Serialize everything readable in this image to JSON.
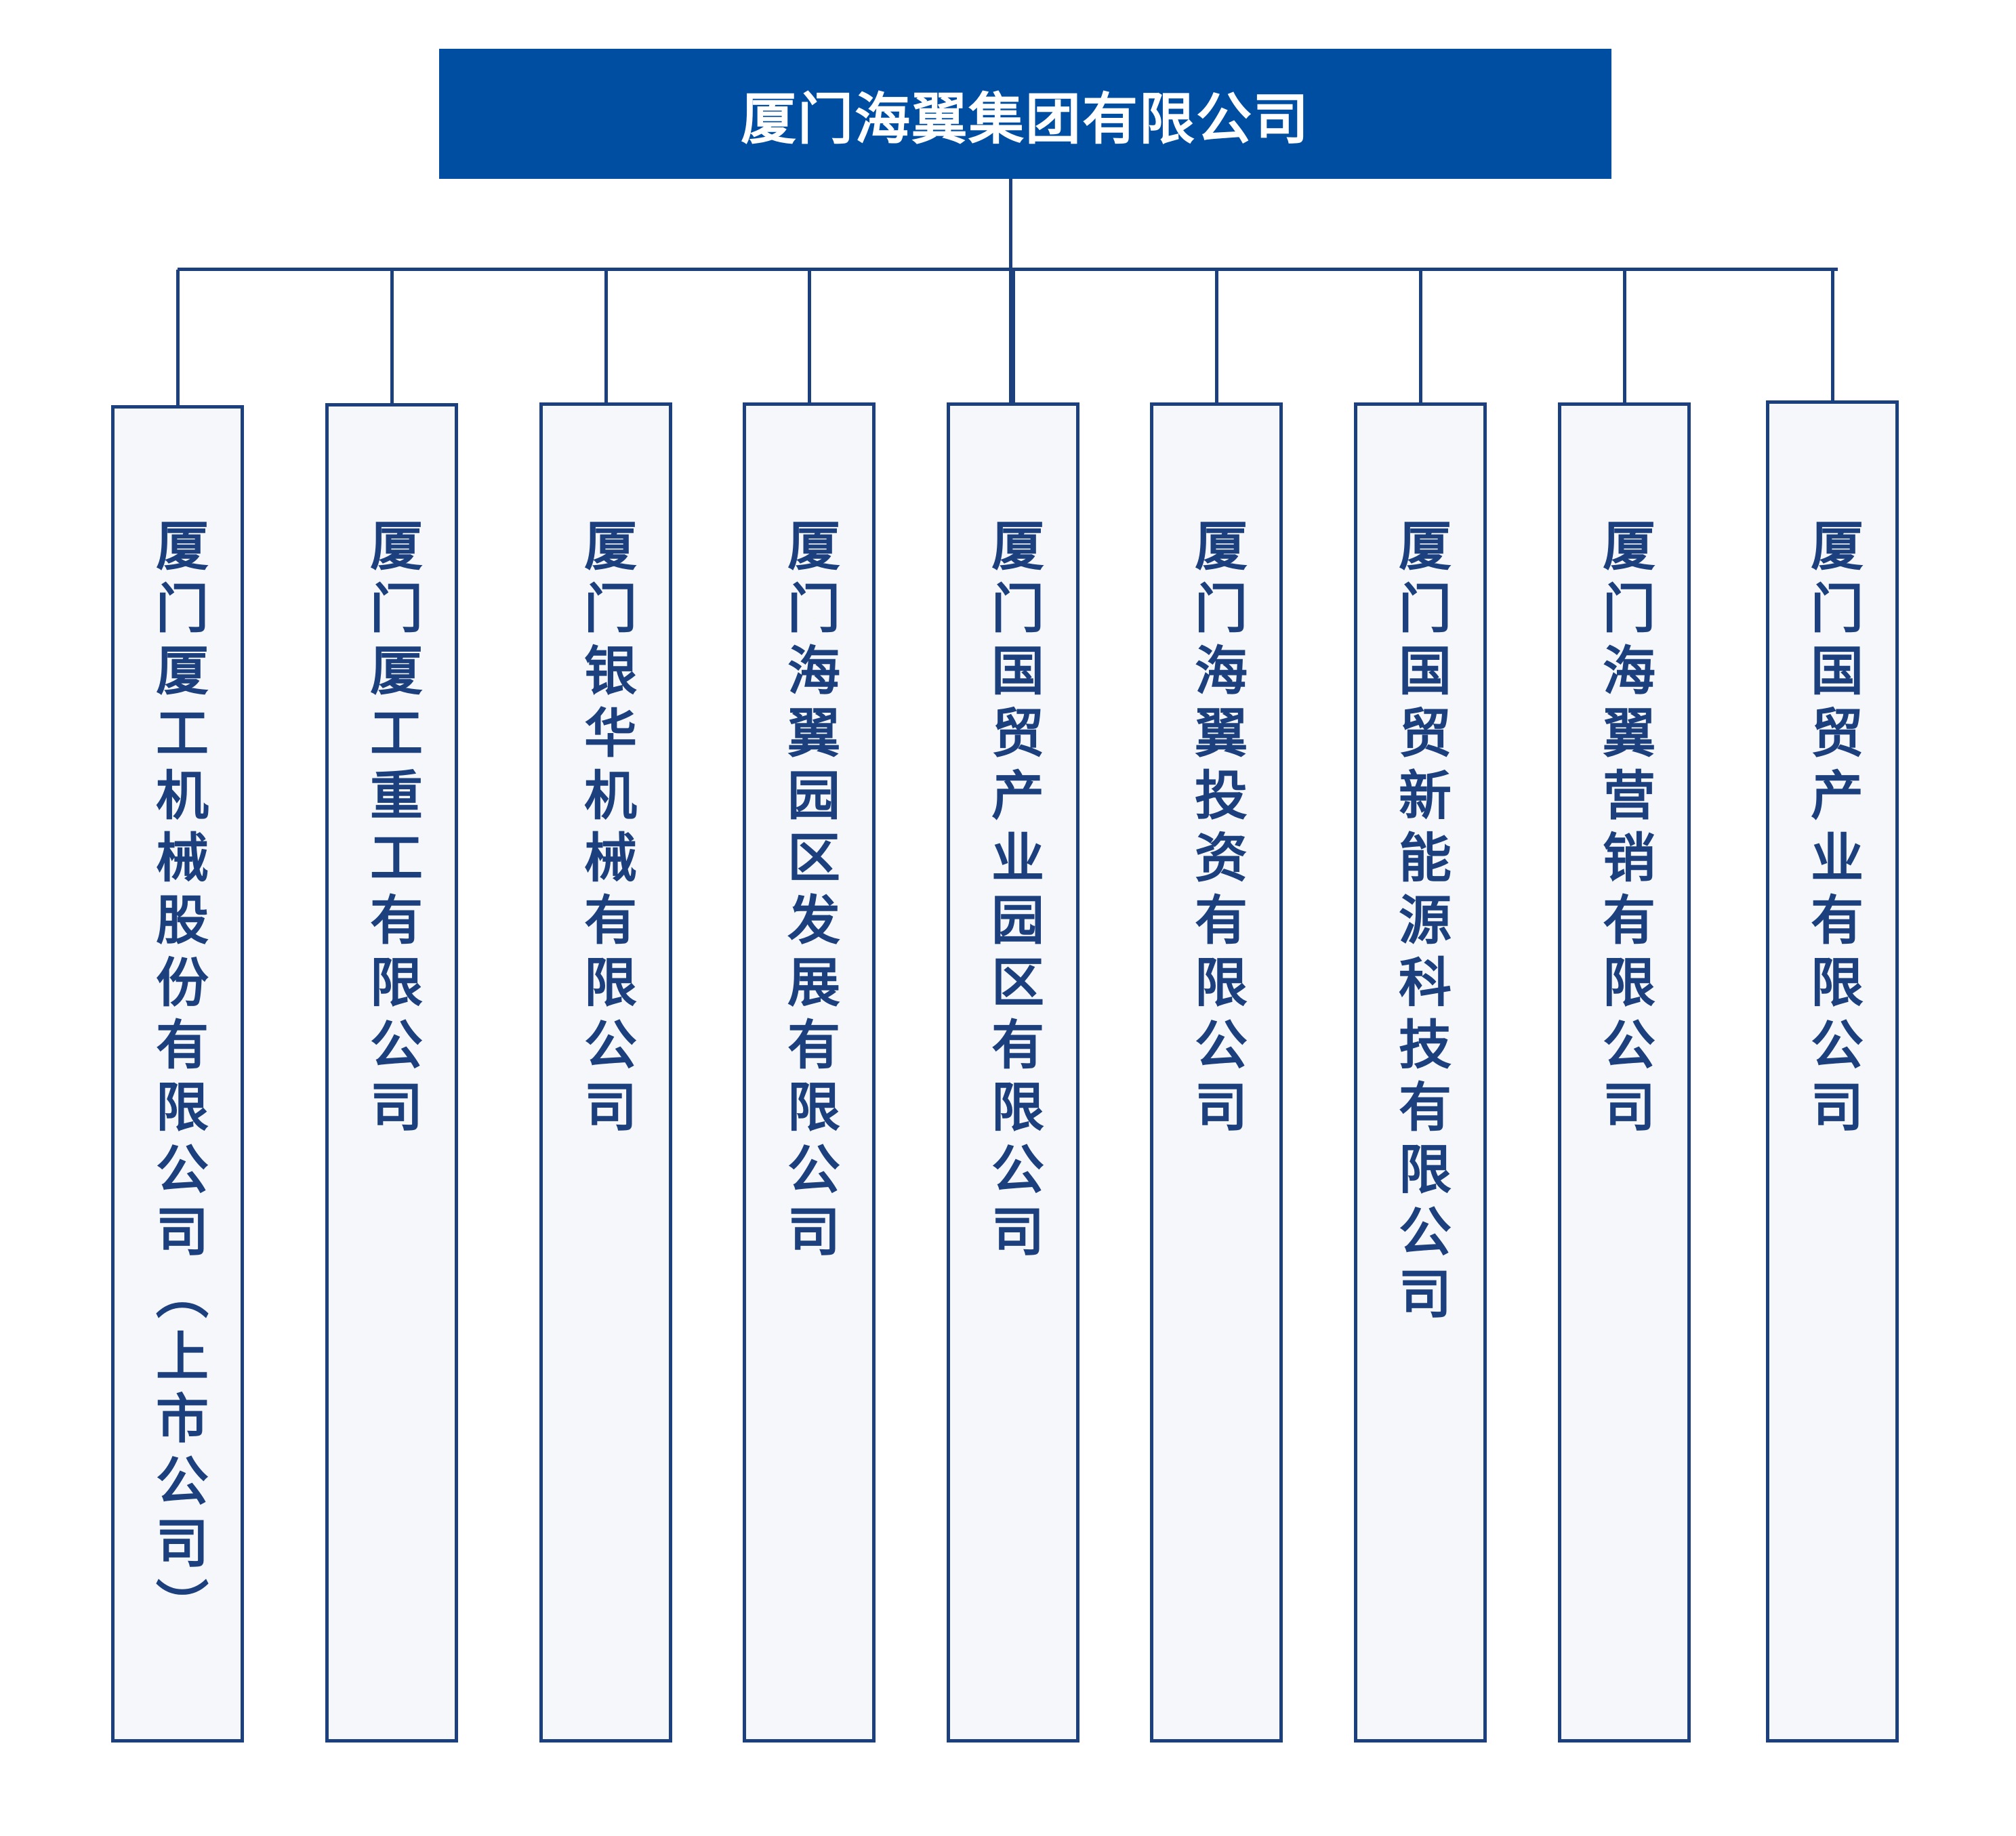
{
  "root": {
    "label": "厦门海翼集团有限公司"
  },
  "children": [
    {
      "label": "厦门厦工机械股份有限公司（上市公司）"
    },
    {
      "label": "厦门厦工重工有限公司"
    },
    {
      "label": "厦门银华机械有限公司"
    },
    {
      "label": "厦门海翼园区发展有限公司"
    },
    {
      "label": "厦门国贸产业园区有限公司"
    },
    {
      "label": "厦门海翼投资有限公司"
    },
    {
      "label": "厦门国贸新能源科技有限公司"
    },
    {
      "label": "厦门海翼营销有限公司"
    },
    {
      "label": "厦门国贸产业有限公司"
    }
  ],
  "colors": {
    "root_fill": "#004ea2",
    "node_border": "#1c3f7e",
    "node_fill": "#f6f7fa",
    "text": "#1c3f7e",
    "root_text": "#ffffff"
  }
}
